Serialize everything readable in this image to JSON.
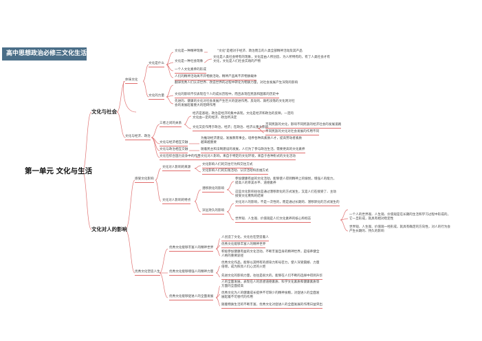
{
  "title": "高中思想政治必修三文化生活",
  "root": "第一单元 文化与生活",
  "branches": {
    "culture_society": {
      "label": "文化与社会",
      "embody": {
        "label": "体味文化",
        "what": {
          "label": "文化是什么",
          "items": [
            "文化是一种精神现象",
            "\"文化\"是相对于经济、政治而言的人类全部精神活动及其产品",
            "文化是人类社会特有的现象，文化是由人所创造、为人所特有的，有了人类社会才有文化，文化是人们社会实践的产物",
            "文化是一种社会现象",
            "一个人文化素养的形成",
            "人们的精神活动离不开物质活动，精神产品离不开物质载体"
          ]
        },
        "power": {
          "label": "文化的力量",
          "items": [
            "翻译优秀人们认识世界、改造世界的过程中转化为物质力量，对社会发展产生深刻的影响",
            "文化的影响不仅表现在个人的成长历程中，而且表现在民族和国家的历史中",
            "先进的、健康的文化对社会发展产生巨大的促进作用，反动的、腐朽没落的文化则对社会的发展起着重大的阻碍作用"
          ]
        }
      },
      "economy_politics": {
        "label": "文化与经济、政治",
        "relation": {
          "label": "三者之间的关系",
          "items": [
            "经济是基础，政治是经济的集中表现，文化是经济和政治的反映，一定的文化由一定的经济、政治所决定",
            "文化又反作用于政治，经济；在政治、经济以重大影响",
            "不同民族的文化，影响不同民族的经济社会的发展道路",
            "不同民族的文化对社会发展的作用不同"
          ]
        },
        "economic_ties": {
          "label": "文化与经济相互交融",
          "item": "为推动经济建设，发展教育事业，培养各种高素质人才，提高劳动者素质越来越重要"
        },
        "politics": {
          "label": "文化与政治相互交融",
          "item": "随着民主和法制建设的发展，人们为了参与政治生活，需要更高的文化素养"
        },
        "strength": {
          "label": "文化在综合国力竞争中的作用",
          "item": "文化对人影响，来自于特定的文化环境，来自于各种形式的文化活动"
        }
      }
    },
    "culture_influence": {
      "label": "文化对人的影响",
      "feel": {
        "label": "感受文化影响",
        "source": {
          "label": "文化对人影响的来源",
          "items": [
            "文化影响人们的交往行为和交往方式",
            "文化影响人们的实践活动、认识活动和思维方式"
          ]
        },
        "features": {
          "label": "文化对人影响的特点",
          "subtle": {
            "label": "潜移默化的影响",
            "items": [
              "参加健康有益的文化活动，能够使人得到精神上的愉悦，增强人的能力，提高人的审美水平、道德素养",
              "这些文化影响往往是通过潜移默化的方式发生，又是人们在接受了、主动接受文化熏陶的结果"
            ]
          },
          "deep": {
            "label": "深远持久的影响",
            "items": [
              "文化对人的影响，不是一次性的，而是通过长期的、潜移默化的方式发生的",
              "世界观、人生观、价值观是人们文化素养的核心和标志",
              "一个人的世界观、人生观、价值观是在长期的生活和学习过程中形成的，它一旦形成，就具有相对稳定性",
              "世界观、人生观、价值观一经形成，就具有确定的方向性，对人的行为会产生长期的、持久的影响"
            ]
          }
        }
      },
      "shape": {
        "label": "优秀文化塑造人生",
        "enrich": {
          "label": "优秀文化能够丰富人的精神世界",
          "items": [
            "人创造了文化，文化也在塑造着人",
            "优秀文化能够丰富人的精神世界",
            "积极参加健康有益的文化活动，不断丰富自身的精神世界，是培养健全人格的重要途径"
          ]
        },
        "strengthen": {
          "label": "优秀文化能够增强人的精神力量",
          "items": [
            "优秀文化作品，能够以其特有的感染力和号召力，使人深受震撼、力量倍增，成为照亮人们心灵的火炬",
            "先进文化的影响力量，往往是很大的，能够在人们不断的选择中得到升华"
          ]
        },
        "develop": {
          "label": "优秀文化能够促进人的全面发展",
          "items": [
            "人的全面发展，表现在人的思想道德素质、科学文化素质和健康素质等方面的全面提高",
            "优秀文化为人的健康成长提供不可缺少的精神食粮，对促进人的全面发展起着不可替代的作用",
            "随着物质生活的不断丰富，优秀文化对促进人的全面发展的作用日益突出"
          ]
        }
      }
    }
  }
}
